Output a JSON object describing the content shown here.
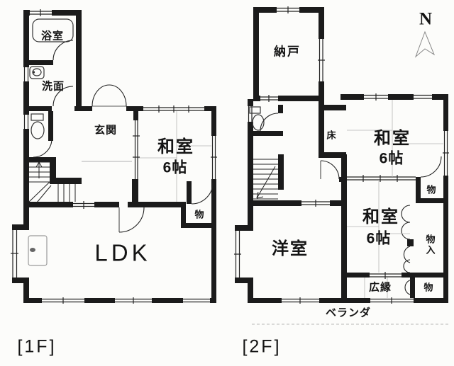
{
  "compass": {
    "label": "N"
  },
  "floor1": {
    "floor_label": "[1F]",
    "rooms": {
      "bath": "浴室",
      "washroom": "洗面",
      "entrance": "玄関",
      "washitsu": "和室",
      "washitsu_size": "6帖",
      "closet": "物",
      "ldk": "LDK"
    }
  },
  "floor2": {
    "floor_label": "[2F]",
    "rooms": {
      "storeroom": "納戸",
      "tokonoma": "床",
      "washitsu_ne": "和室",
      "washitsu_ne_size": "6帖",
      "closet_ne": "物",
      "washitsu_se": "和室",
      "washitsu_se_size": "6帖",
      "futon_closet": "物入",
      "western_room": "洋室",
      "sun_porch": "広縁",
      "closet_se": "物",
      "balcony": "ベランダ"
    }
  },
  "colors": {
    "wall": "#1b1b1b",
    "line": "#222222",
    "background": "#fcfcfa"
  }
}
